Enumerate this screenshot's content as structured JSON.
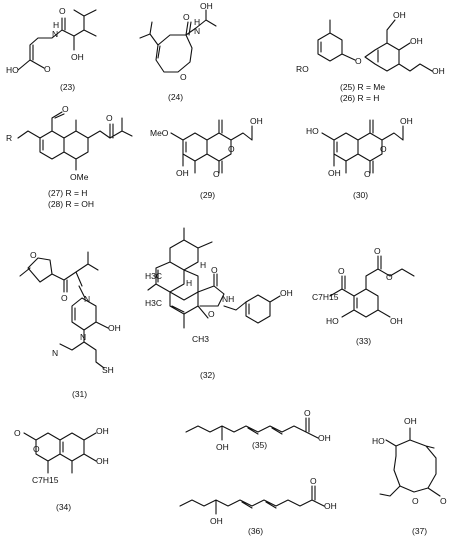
{
  "colors": {
    "ink": "#111111",
    "background": "#ffffff"
  },
  "compounds": [
    {
      "id": "c23",
      "caption": "(23)",
      "atoms": [
        "HO",
        "O",
        "N",
        "H",
        "O",
        "OH"
      ]
    },
    {
      "id": "c24",
      "caption": "(24)",
      "atoms": [
        "O",
        "N",
        "H",
        "O",
        "OH"
      ]
    },
    {
      "id": "c25_26",
      "captions": [
        "(25) R = Me",
        "(26) R = H"
      ],
      "atoms": [
        "RO",
        "O",
        "OH",
        "OH",
        "OH"
      ]
    },
    {
      "id": "c27_28",
      "captions": [
        "(27) R = H",
        "(28) R = OH"
      ],
      "atoms": [
        "O",
        "R",
        "O",
        "OMe"
      ]
    },
    {
      "id": "c29",
      "caption": "(29)",
      "atoms": [
        "MeO",
        "OH",
        "O",
        "O",
        "OH"
      ]
    },
    {
      "id": "c30",
      "caption": "(30)",
      "atoms": [
        "HO",
        "OH",
        "O",
        "O",
        "OH"
      ]
    },
    {
      "id": "c31",
      "caption": "(31)",
      "atoms": [
        "O",
        "O",
        "N",
        "N",
        "OH",
        "N",
        "SH"
      ]
    },
    {
      "id": "c32",
      "caption": "(32)",
      "atoms": [
        "H3C",
        "H3C",
        "H",
        "H",
        "O",
        "NH",
        "O",
        "CH3",
        "OH"
      ]
    },
    {
      "id": "c33",
      "caption": "(33)",
      "atoms": [
        "O",
        "O",
        "O",
        "C7H15",
        "HO",
        "OH"
      ]
    },
    {
      "id": "c34",
      "caption": "(34)",
      "atoms": [
        "O",
        "O",
        "OH",
        "OH",
        "C7H15"
      ]
    },
    {
      "id": "c35",
      "caption": "(35)",
      "atoms": [
        "O",
        "OH",
        "OH"
      ]
    },
    {
      "id": "c36",
      "caption": "(36)",
      "atoms": [
        "O",
        "OH",
        "OH"
      ]
    },
    {
      "id": "c37",
      "caption": "(37)",
      "atoms": [
        "HO",
        "OH",
        "O",
        "O"
      ]
    }
  ]
}
